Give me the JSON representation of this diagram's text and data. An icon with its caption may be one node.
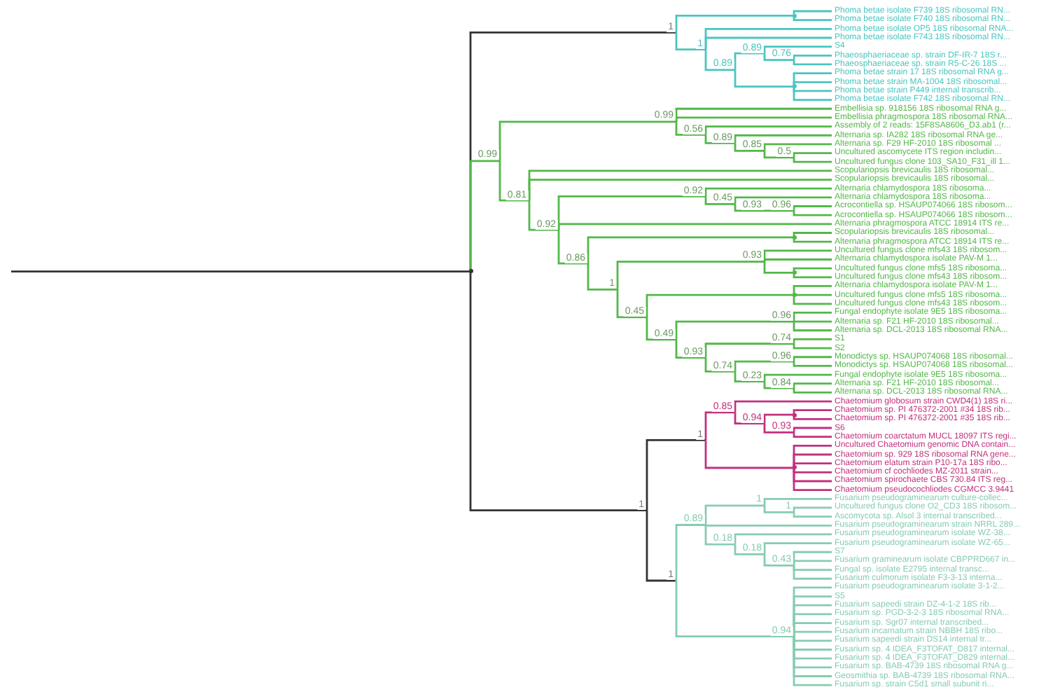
{
  "diagram": {
    "nodes": [
      {
        "text": [],
        "shape": "point"
      },
      {
        "text": [
          "1"
        ]
      },
      {
        "text": [],
        "shape": "point"
      },
      {
        "text": [
          "1"
        ]
      },
      {
        "text": [
          "0.89"
        ]
      },
      {
        "text": [
          "0.89"
        ]
      },
      {
        "text": [
          "0.76"
        ]
      },
      {
        "text": [],
        "shape": "point"
      },
      {
        "text": [
          "0.99"
        ]
      },
      {
        "text": [
          "0.99"
        ]
      },
      {
        "text": [
          "0.56"
        ]
      },
      {
        "text": [
          "0.89"
        ]
      },
      {
        "text": [
          "0.85"
        ]
      },
      {
        "text": [
          "0.5"
        ]
      },
      {
        "text": [
          "0.81"
        ]
      },
      {
        "text": [
          "0.92"
        ]
      },
      {
        "text": [
          "0.92"
        ]
      },
      {
        "text": [
          "0.45"
        ]
      },
      {
        "text": [
          "0.93"
        ]
      },
      {
        "text": [
          "0.96"
        ]
      },
      {
        "text": [
          "0.86"
        ]
      },
      {
        "text": [],
        "shape": "point"
      },
      {
        "text": [
          "1"
        ]
      },
      {
        "text": [
          "0.93"
        ]
      },
      {
        "text": [],
        "shape": "point"
      },
      {
        "text": [
          "0.45"
        ]
      },
      {
        "text": [],
        "shape": "point"
      },
      {
        "text": [
          "0.49"
        ]
      },
      {
        "text": [
          "0.96"
        ]
      },
      {
        "text": [
          "0.93"
        ]
      },
      {
        "text": [
          "0.74"
        ]
      },
      {
        "text": [
          "0.74"
        ]
      },
      {
        "text": [
          "0.96"
        ]
      },
      {
        "text": [
          "0.23"
        ]
      },
      {
        "text": [
          "0.84"
        ]
      },
      {
        "text": [
          "1"
        ]
      },
      {
        "text": [
          "1"
        ]
      },
      {
        "text": [
          "0.85"
        ]
      },
      {
        "text": [
          "0.94"
        ]
      },
      {
        "text": [],
        "shape": "point"
      },
      {
        "text": [
          "0.93"
        ]
      },
      {
        "text": [],
        "shape": "point"
      },
      {
        "text": [
          "1"
        ]
      },
      {
        "text": [
          "0.89"
        ]
      },
      {
        "text": [
          "1"
        ]
      },
      {
        "text": [
          "1"
        ]
      },
      {
        "text": [
          "0.18"
        ]
      },
      {
        "text": [
          "0.18"
        ]
      },
      {
        "text": [
          "0.43"
        ]
      },
      {
        "text": [
          "0.94"
        ]
      },
      {
        "text": [
          "Phoma betae isolate F739 18S ribosomal RN..."
        ]
      },
      {
        "text": [
          "Phoma betae isolate F740 18S ribosomal RN..."
        ]
      },
      {
        "text": [
          "Phoma betae isolate OP5 18S ribosomal RNA..."
        ]
      },
      {
        "text": [
          "Phoma betae isolate F743 18S ribosomal RN..."
        ]
      },
      {
        "text": [
          "S4"
        ]
      },
      {
        "text": [
          "Phaeosphaeriaceae sp. strain DF-IR-7 18S r..."
        ]
      },
      {
        "text": [
          "Phaeosphaeriaceae sp. strain R5-C-26 18S ..."
        ]
      },
      {
        "text": [
          "Phoma betae strain 17 18S ribosomal RNA g..."
        ]
      },
      {
        "text": [
          "Phoma betae strain MA-1004 18S ribosomal..."
        ]
      },
      {
        "text": [
          "Phoma betae strain P449 internal transcrib..."
        ]
      },
      {
        "text": [
          "Phoma betae isolate F742 18S ribosomal RN..."
        ]
      },
      {
        "text": [
          "Embellisia sp. 918156 18S ribosomal RNA g..."
        ]
      },
      {
        "text": [
          "Embellisia phragmospora 18S ribosomal RNA..."
        ]
      },
      {
        "text": [
          "Assembly of 2 reads: 15F8SA8606_D3.ab1 (r..."
        ]
      },
      {
        "text": [
          "Alternaria sp. IA282 18S ribosomal RNA ge..."
        ]
      },
      {
        "text": [
          "Alternaria sp. F29 HF-2010 18S ribosomal ..."
        ]
      },
      {
        "text": [
          "Uncultured ascomycete ITS region includin..."
        ]
      },
      {
        "text": [
          "Uncultured fungus clone 103_SA10_F31_ill 1..."
        ]
      },
      {
        "text": [
          "Scopulariopsis brevicaulis 18S ribosomal..."
        ]
      },
      {
        "text": [
          "Scopulariopsis brevicaulis 18S ribosomal..."
        ]
      },
      {
        "text": [
          "Alternaria chlamydospora 18S ribosoma..."
        ]
      },
      {
        "text": [
          "Alternaria chlamydospora 18S ribosoma..."
        ]
      },
      {
        "text": [
          "Acrocontiella sp. HSAUP074066 18S ribosom..."
        ]
      },
      {
        "text": [
          "Acrocontiella sp. HSAUP074066 18S ribosom..."
        ]
      },
      {
        "text": [
          "Alternaria phragmospora ATCC 18914 ITS re..."
        ]
      },
      {
        "text": [
          "Scopulariopsis brevicaulis 18S ribosomal..."
        ]
      },
      {
        "text": [
          "Alternaria phragmospora ATCC 18914 ITS re..."
        ]
      },
      {
        "text": [
          "Uncultured fungus clone mfs43 18S ribosom..."
        ]
      },
      {
        "text": [
          "Alternaria chlamydospora isolate PAV-M 1..."
        ]
      },
      {
        "text": [
          "Uncultured fungus clone mfs5 18S ribosoma..."
        ]
      },
      {
        "text": [
          "Uncultured fungus clone mfs43 18S ribosom..."
        ]
      },
      {
        "text": [
          "Alternaria chlamydospora isolate PAV-M 1..."
        ]
      },
      {
        "text": [
          "Uncultured fungus clone mfs5 18S ribosoma..."
        ]
      },
      {
        "text": [
          "Uncultured fungus clone mfs43 18S ribosom..."
        ]
      },
      {
        "text": [
          "Fungal endophyte isolate 9E5 18S ribosoma..."
        ]
      },
      {
        "text": [
          "Alternaria sp. F21 HF-2010 18S ribosomal..."
        ]
      },
      {
        "text": [
          "Alternaria sp. DCL-2013 18S ribosomal RNA..."
        ]
      },
      {
        "text": [
          "S1"
        ]
      },
      {
        "text": [
          "S2"
        ]
      },
      {
        "text": [
          "Monodictys sp. HSAUP074068 18S ribosomal..."
        ]
      },
      {
        "text": [
          "Monodictys sp. HSAUP074068 18S ribosomal..."
        ]
      },
      {
        "text": [
          "Fungal endophyte isolate 9E5 18S ribosoma..."
        ]
      },
      {
        "text": [
          "Alternaria sp. F21 HF-2010 18S ribosomal..."
        ]
      },
      {
        "text": [
          "Alternaria sp. DCL-2013 18S ribosomal RNA..."
        ]
      },
      {
        "text": [
          "Chaetomium globosum strain CWD4(1) 18S ri..."
        ]
      },
      {
        "text": [
          "Chaetomium sp. PI 476372-2001 #34 18S rib..."
        ]
      },
      {
        "text": [
          "Chaetomium sp. PI 476372-2001 #35 18S rib..."
        ]
      },
      {
        "text": [
          "S6"
        ]
      },
      {
        "text": [
          "Chaetomium coarctatum MUCL 18097 ITS regi..."
        ]
      },
      {
        "text": [
          "Uncultured Chaetomium genomic DNA contain..."
        ]
      },
      {
        "text": [
          "Chaetomium sp. 929 18S ribosomal RNA gene..."
        ]
      },
      {
        "text": [
          "Chaetomium elatum strain P10-17a 18S ribo..."
        ]
      },
      {
        "text": [
          "Chaetomium cf cochliodes MZ-2011 strain..."
        ]
      },
      {
        "text": [
          "Chaetomium spirochaete CBS 730.84 ITS reg..."
        ]
      },
      {
        "text": [
          "Chaetomium pseudocochliodes CGMCC 3.9441"
        ]
      },
      {
        "text": [
          "Fusarium pseudograminearum culture-collec..."
        ]
      },
      {
        "text": [
          "Uncultured fungus clone O2_CD3 18S ribosom..."
        ]
      },
      {
        "text": [
          "Ascomycota sp. Alsol 3 internal transcribed..."
        ]
      },
      {
        "text": [
          "Fusarium pseudograminearum strain NRRL 289..."
        ]
      },
      {
        "text": [
          "Fusarium pseudograminearum isolate WZ-38..."
        ]
      },
      {
        "text": [
          "Fusarium pseudograminearum isolate WZ-65..."
        ]
      },
      {
        "text": [
          "S7"
        ]
      },
      {
        "text": [
          "Fusarium graminearum isolate CBPPRD667 in..."
        ]
      },
      {
        "text": [
          "Fungal sp. isolate E2795 internal transc..."
        ]
      },
      {
        "text": [
          "Fusarium culmorum isolate F3-3-13 interna..."
        ]
      },
      {
        "text": [
          "Fusarium pseudograminearum isolate 3-1-2..."
        ]
      },
      {
        "text": [
          "S5"
        ]
      },
      {
        "text": [
          "Fusarium sapeedi strain DZ-4-1-2 18S rib..."
        ]
      },
      {
        "text": [
          "Fusarium sp. PGD-3-2-3 18S ribosomal RNA..."
        ]
      },
      {
        "text": [
          "Fusarium sp. Sgr07 internal transcribed..."
        ]
      },
      {
        "text": [
          "Fusarium incarnatum strain NBBH 18S ribo..."
        ]
      },
      {
        "text": [
          "Fusarium sapeedi strain DS14 internal tr..."
        ]
      },
      {
        "text": [
          "Fusarium sp. 4 IDEA_F3TOFAT_D817 internal..."
        ]
      },
      {
        "text": [
          "Fusarium sp. 4 IDEA_F3TOFAT_D829 internal..."
        ]
      },
      {
        "text": [
          "Fusarium sp. BAB-4739 18S ribosomal RNA g..."
        ]
      },
      {
        "text": [
          "Geosmithia sp. BAB-4739 18S ribosomal RNA..."
        ]
      },
      {
        "text": [
          "Fusarium sp. strain C5d1 small subunit ri..."
        ]
      }
    ],
    "edges": [
      {
        "from": null,
        "to": 0,
        "arrow": "none",
        "color": "#333333"
      },
      {
        "from": 0,
        "to": 1,
        "arrow": "none",
        "color": "#333333"
      },
      {
        "from": 0,
        "to": 8,
        "arrow": "none"
      },
      {
        "from": 0,
        "to": 35,
        "arrow": "none",
        "color": "#333333"
      },
      {
        "from": 1,
        "to": 2,
        "arrow": "none",
        "color": "#49c6bf"
      },
      {
        "from": 1,
        "to": 3,
        "arrow": "none",
        "color": "#49c6bf"
      },
      {
        "from": 2,
        "to": 50,
        "arrow": "none",
        "color": "#49c6bf"
      },
      {
        "from": 2,
        "to": 51,
        "arrow": "none",
        "color": "#49c6bf"
      },
      {
        "from": 3,
        "to": 52,
        "arrow": "none",
        "color": "#49c6bf"
      },
      {
        "from": 3,
        "to": 53,
        "arrow": "none",
        "color": "#49c6bf"
      },
      {
        "from": 3,
        "to": 4,
        "arrow": "none",
        "color": "#49c6bf"
      },
      {
        "from": 4,
        "to": 5,
        "arrow": "none",
        "color": "#49c6bf"
      },
      {
        "from": 4,
        "to": 7,
        "arrow": "none",
        "color": "#49c6bf"
      },
      {
        "from": 5,
        "to": 54,
        "arrow": "none",
        "color": "#49c6bf"
      },
      {
        "from": 5,
        "to": 6,
        "arrow": "none",
        "color": "#49c6bf"
      },
      {
        "from": 6,
        "to": 55,
        "arrow": "none",
        "color": "#49c6bf"
      },
      {
        "from": 6,
        "to": 56,
        "arrow": "none",
        "color": "#49c6bf"
      },
      {
        "from": 7,
        "to": 57,
        "arrow": "none",
        "color": "#49c6bf"
      },
      {
        "from": 7,
        "to": 58,
        "arrow": "none",
        "color": "#49c6bf"
      },
      {
        "from": 7,
        "to": 59,
        "arrow": "none",
        "color": "#49c6bf"
      },
      {
        "from": 7,
        "to": 60,
        "arrow": "none",
        "color": "#49c6bf"
      },
      {
        "from": 8,
        "to": 9,
        "arrow": "none"
      },
      {
        "from": 8,
        "to": 14,
        "arrow": "none"
      },
      {
        "from": 9,
        "to": 61,
        "arrow": "none"
      },
      {
        "from": 9,
        "to": 62,
        "arrow": "none"
      },
      {
        "from": 9,
        "to": 10,
        "arrow": "none"
      },
      {
        "from": 10,
        "to": 63,
        "arrow": "none"
      },
      {
        "from": 10,
        "to": 11,
        "arrow": "none"
      },
      {
        "from": 11,
        "to": 64,
        "arrow": "none"
      },
      {
        "from": 11,
        "to": 12,
        "arrow": "none"
      },
      {
        "from": 12,
        "to": 65,
        "arrow": "none"
      },
      {
        "from": 12,
        "to": 13,
        "arrow": "none"
      },
      {
        "from": 13,
        "to": 66,
        "arrow": "none"
      },
      {
        "from": 13,
        "to": 67,
        "arrow": "none"
      },
      {
        "from": 14,
        "to": 68,
        "arrow": "none"
      },
      {
        "from": 14,
        "to": 69,
        "arrow": "none"
      },
      {
        "from": 14,
        "to": 15,
        "arrow": "none"
      },
      {
        "from": 15,
        "to": 16,
        "arrow": "none"
      },
      {
        "from": 15,
        "to": 74,
        "arrow": "none"
      },
      {
        "from": 15,
        "to": 20,
        "arrow": "none"
      },
      {
        "from": 16,
        "to": 70,
        "arrow": "none"
      },
      {
        "from": 16,
        "to": 17,
        "arrow": "none"
      },
      {
        "from": 17,
        "to": 71,
        "arrow": "none"
      },
      {
        "from": 17,
        "to": 18,
        "arrow": "none"
      },
      {
        "from": 18,
        "to": 19,
        "arrow": "none"
      },
      {
        "from": 19,
        "to": 72,
        "arrow": "none"
      },
      {
        "from": 19,
        "to": 73,
        "arrow": "none"
      },
      {
        "from": 20,
        "to": 21,
        "arrow": "none"
      },
      {
        "from": 20,
        "to": 22,
        "arrow": "none"
      },
      {
        "from": 21,
        "to": 75,
        "arrow": "none"
      },
      {
        "from": 21,
        "to": 76,
        "arrow": "none"
      },
      {
        "from": 22,
        "to": 23,
        "arrow": "none"
      },
      {
        "from": 22,
        "to": 25,
        "arrow": "none"
      },
      {
        "from": 23,
        "to": 77,
        "arrow": "none"
      },
      {
        "from": 23,
        "to": 78,
        "arrow": "none"
      },
      {
        "from": 23,
        "to": 24,
        "arrow": "none"
      },
      {
        "from": 24,
        "to": 79,
        "arrow": "none"
      },
      {
        "from": 24,
        "to": 80,
        "arrow": "none"
      },
      {
        "from": 25,
        "to": 26,
        "arrow": "none"
      },
      {
        "from": 25,
        "to": 27,
        "arrow": "none"
      },
      {
        "from": 26,
        "to": 81,
        "arrow": "none"
      },
      {
        "from": 26,
        "to": 82,
        "arrow": "none"
      },
      {
        "from": 26,
        "to": 83,
        "arrow": "none"
      },
      {
        "from": 27,
        "to": 28,
        "arrow": "none"
      },
      {
        "from": 27,
        "to": 29,
        "arrow": "none"
      },
      {
        "from": 28,
        "to": 84,
        "arrow": "none"
      },
      {
        "from": 28,
        "to": 85,
        "arrow": "none"
      },
      {
        "from": 28,
        "to": 86,
        "arrow": "none"
      },
      {
        "from": 29,
        "to": 30,
        "arrow": "none"
      },
      {
        "from": 29,
        "to": 31,
        "arrow": "none"
      },
      {
        "from": 30,
        "to": 87,
        "arrow": "none"
      },
      {
        "from": 30,
        "to": 88,
        "arrow": "none"
      },
      {
        "from": 31,
        "to": 32,
        "arrow": "none"
      },
      {
        "from": 31,
        "to": 33,
        "arrow": "none"
      },
      {
        "from": 32,
        "to": 89,
        "arrow": "none"
      },
      {
        "from": 32,
        "to": 90,
        "arrow": "none"
      },
      {
        "from": 33,
        "to": 91,
        "arrow": "none"
      },
      {
        "from": 33,
        "to": 34,
        "arrow": "none"
      },
      {
        "from": 34,
        "to": 92,
        "arrow": "none"
      },
      {
        "from": 34,
        "to": 93,
        "arrow": "none"
      },
      {
        "from": 35,
        "to": 36,
        "arrow": "none",
        "color": "#333333"
      },
      {
        "from": 35,
        "to": 42,
        "arrow": "none",
        "color": "#333333"
      },
      {
        "from": 36,
        "to": 37,
        "arrow": "none",
        "color": "#c2307e"
      },
      {
        "from": 36,
        "to": 41,
        "arrow": "none",
        "color": "#c2307e"
      },
      {
        "from": 37,
        "to": 94,
        "arrow": "none",
        "color": "#c2307e"
      },
      {
        "from": 37,
        "to": 38,
        "arrow": "none",
        "color": "#c2307e"
      },
      {
        "from": 38,
        "to": 39,
        "arrow": "none",
        "color": "#c2307e"
      },
      {
        "from": 38,
        "to": 40,
        "arrow": "none",
        "color": "#c2307e"
      },
      {
        "from": 39,
        "to": 95,
        "arrow": "none",
        "color": "#c2307e"
      },
      {
        "from": 39,
        "to": 96,
        "arrow": "none",
        "color": "#c2307e"
      },
      {
        "from": 40,
        "to": 97,
        "arrow": "none",
        "color": "#c2307e"
      },
      {
        "from": 40,
        "to": 98,
        "arrow": "none",
        "color": "#c2307e"
      },
      {
        "from": 41,
        "to": 99,
        "arrow": "none",
        "color": "#c2307e"
      },
      {
        "from": 41,
        "to": 100,
        "arrow": "none",
        "color": "#c2307e"
      },
      {
        "from": 41,
        "to": 101,
        "arrow": "none",
        "color": "#c2307e"
      },
      {
        "from": 41,
        "to": 102,
        "arrow": "none",
        "color": "#c2307e"
      },
      {
        "from": 41,
        "to": 103,
        "arrow": "none",
        "color": "#c2307e"
      },
      {
        "from": 41,
        "to": 104,
        "arrow": "none",
        "color": "#c2307e"
      },
      {
        "from": 42,
        "to": 43,
        "arrow": "none",
        "color": "#86ccb0"
      },
      {
        "from": 42,
        "to": 49,
        "arrow": "none",
        "color": "#86ccb0"
      },
      {
        "from": 43,
        "to": 44,
        "arrow": "none",
        "color": "#86ccb0"
      },
      {
        "from": 43,
        "to": 108,
        "arrow": "none",
        "color": "#86ccb0"
      },
      {
        "from": 43,
        "to": 46,
        "arrow": "none",
        "color": "#86ccb0"
      },
      {
        "from": 44,
        "to": 105,
        "arrow": "none",
        "color": "#86ccb0"
      },
      {
        "from": 44,
        "to": 45,
        "arrow": "none",
        "color": "#86ccb0"
      },
      {
        "from": 45,
        "to": 106,
        "arrow": "none",
        "color": "#86ccb0"
      },
      {
        "from": 45,
        "to": 107,
        "arrow": "none",
        "color": "#86ccb0"
      },
      {
        "from": 46,
        "to": 109,
        "arrow": "none",
        "color": "#86ccb0"
      },
      {
        "from": 46,
        "to": 47,
        "arrow": "none",
        "color": "#86ccb0"
      },
      {
        "from": 47,
        "to": 110,
        "arrow": "none",
        "color": "#86ccb0"
      },
      {
        "from": 47,
        "to": 48,
        "arrow": "none",
        "color": "#86ccb0"
      },
      {
        "from": 48,
        "to": 111,
        "arrow": "none",
        "color": "#86ccb0"
      },
      {
        "from": 48,
        "to": 112,
        "arrow": "none",
        "color": "#86ccb0"
      },
      {
        "from": 48,
        "to": 113,
        "arrow": "none",
        "color": "#86ccb0"
      },
      {
        "from": 48,
        "to": 114,
        "arrow": "none",
        "color": "#86ccb0"
      },
      {
        "from": 49,
        "to": 115,
        "arrow": "none",
        "color": "#86ccb0"
      },
      {
        "from": 49,
        "to": 116,
        "arrow": "none",
        "color": "#86ccb0"
      },
      {
        "from": 49,
        "to": 117,
        "arrow": "none",
        "color": "#86ccb0"
      },
      {
        "from": 49,
        "to": 118,
        "arrow": "none",
        "color": "#86ccb0"
      },
      {
        "from": 49,
        "to": 119,
        "arrow": "none",
        "color": "#86ccb0"
      },
      {
        "from": 49,
        "to": 120,
        "arrow": "none",
        "color": "#86ccb0"
      },
      {
        "from": 49,
        "to": 121,
        "arrow": "none",
        "color": "#86ccb0"
      },
      {
        "from": 49,
        "to": 122,
        "arrow": "none",
        "color": "#86ccb0"
      },
      {
        "from": 49,
        "to": 123,
        "arrow": "none",
        "color": "#86ccb0"
      },
      {
        "from": 49,
        "to": 124,
        "arrow": "none",
        "color": "#86ccb0"
      },
      {
        "from": 49,
        "to": 125,
        "arrow": "none",
        "color": "#86ccb0"
      },
      {
        "from": 49,
        "to": 126,
        "arrow": "none",
        "color": "#86ccb0"
      }
    ]
  }
}
